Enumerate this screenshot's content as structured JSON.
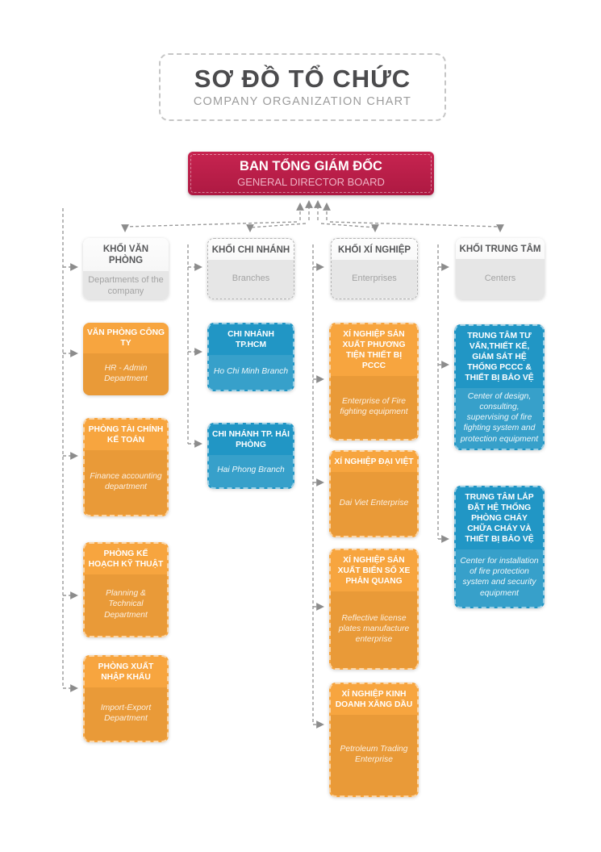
{
  "title_box": {
    "title": "SƠ ĐỒ TỔ CHỨC",
    "subtitle": "COMPANY ORGANIZATION CHART"
  },
  "board": {
    "title": "BAN TỔNG GIÁM ĐỐC",
    "subtitle": "GENERAL DIRECTOR BOARD"
  },
  "columns": [
    {
      "id": "khoi-van-phong",
      "header": {
        "title": "KHỐI VĂN PHÒNG",
        "subtitle": "Departments of the company"
      },
      "children": [
        {
          "title": "VĂN PHÒNG CÔNG TY",
          "subtitle": "HR - Admin Department"
        },
        {
          "title": "PHÒNG TÀI CHÍNH KẾ TOÁN",
          "subtitle": "Finance accounting department"
        },
        {
          "title": "PHÒNG KẾ HOẠCH KỸ THUẬT",
          "subtitle": "Planning & Technical Department"
        },
        {
          "title": "PHÒNG XUẤT NHẬP KHẨU",
          "subtitle": "Import-Export Department"
        }
      ]
    },
    {
      "id": "khoi-chi-nhanh",
      "header": {
        "title": "KHỐI CHI NHÁNH",
        "subtitle": "Branches"
      },
      "children": [
        {
          "title": "CHI NHÁNH TP.HCM",
          "subtitle": "Ho Chi Minh Branch"
        },
        {
          "title": "CHI NHÁNH TP. HẢI PHÒNG",
          "subtitle": "Hai Phong Branch"
        }
      ]
    },
    {
      "id": "khoi-xi-nghiep",
      "header": {
        "title": "KHỐI XÍ NGHIỆP",
        "subtitle": "Enterprises"
      },
      "children": [
        {
          "title": "XÍ NGHIỆP SẢN XUẤT PHƯƠNG TIỆN THIẾT BỊ PCCC",
          "subtitle": "Enterprise of Fire fighting equipment"
        },
        {
          "title": "XÍ NGHIỆP ĐẠI VIỆT",
          "subtitle": "Dai Viet Enterprise"
        },
        {
          "title": "XÍ NGHIỆP SẢN XUẤT BIỂN SỐ XE PHẢN QUANG",
          "subtitle": "Reflective license plates manufacture enterprise"
        },
        {
          "title": "XÍ NGHIỆP KINH DOANH XĂNG DẦU",
          "subtitle": "Petroleum Trading Enterprise"
        }
      ]
    },
    {
      "id": "khoi-trung-tam",
      "header": {
        "title": "KHỐI TRUNG TÂM",
        "subtitle": "Centers"
      },
      "children": [
        {
          "title": "TRUNG TÂM TƯ VẤN,THIẾT KẾ, GIÁM SÁT HỆ THỐNG PCCC & THIẾT BỊ BẢO VỆ",
          "subtitle": "Center of design, consulting, supervising of fire fighting system and protection equipment"
        },
        {
          "title": "TRUNG TÂM LẮP ĐẶT HỆ THỐNG PHÒNG CHÁY CHỮA CHÁY VÀ THIẾT BỊ BẢO VỆ",
          "subtitle": "Center for installation of fire protection system and security equipment"
        }
      ]
    }
  ],
  "colors": {
    "board_red": "#be1e4b",
    "department_orange": "#f7a53f",
    "branch_blue": "#2196c5",
    "header_gray": "#e6e6e6",
    "connector_gray": "#9a9a9a"
  }
}
